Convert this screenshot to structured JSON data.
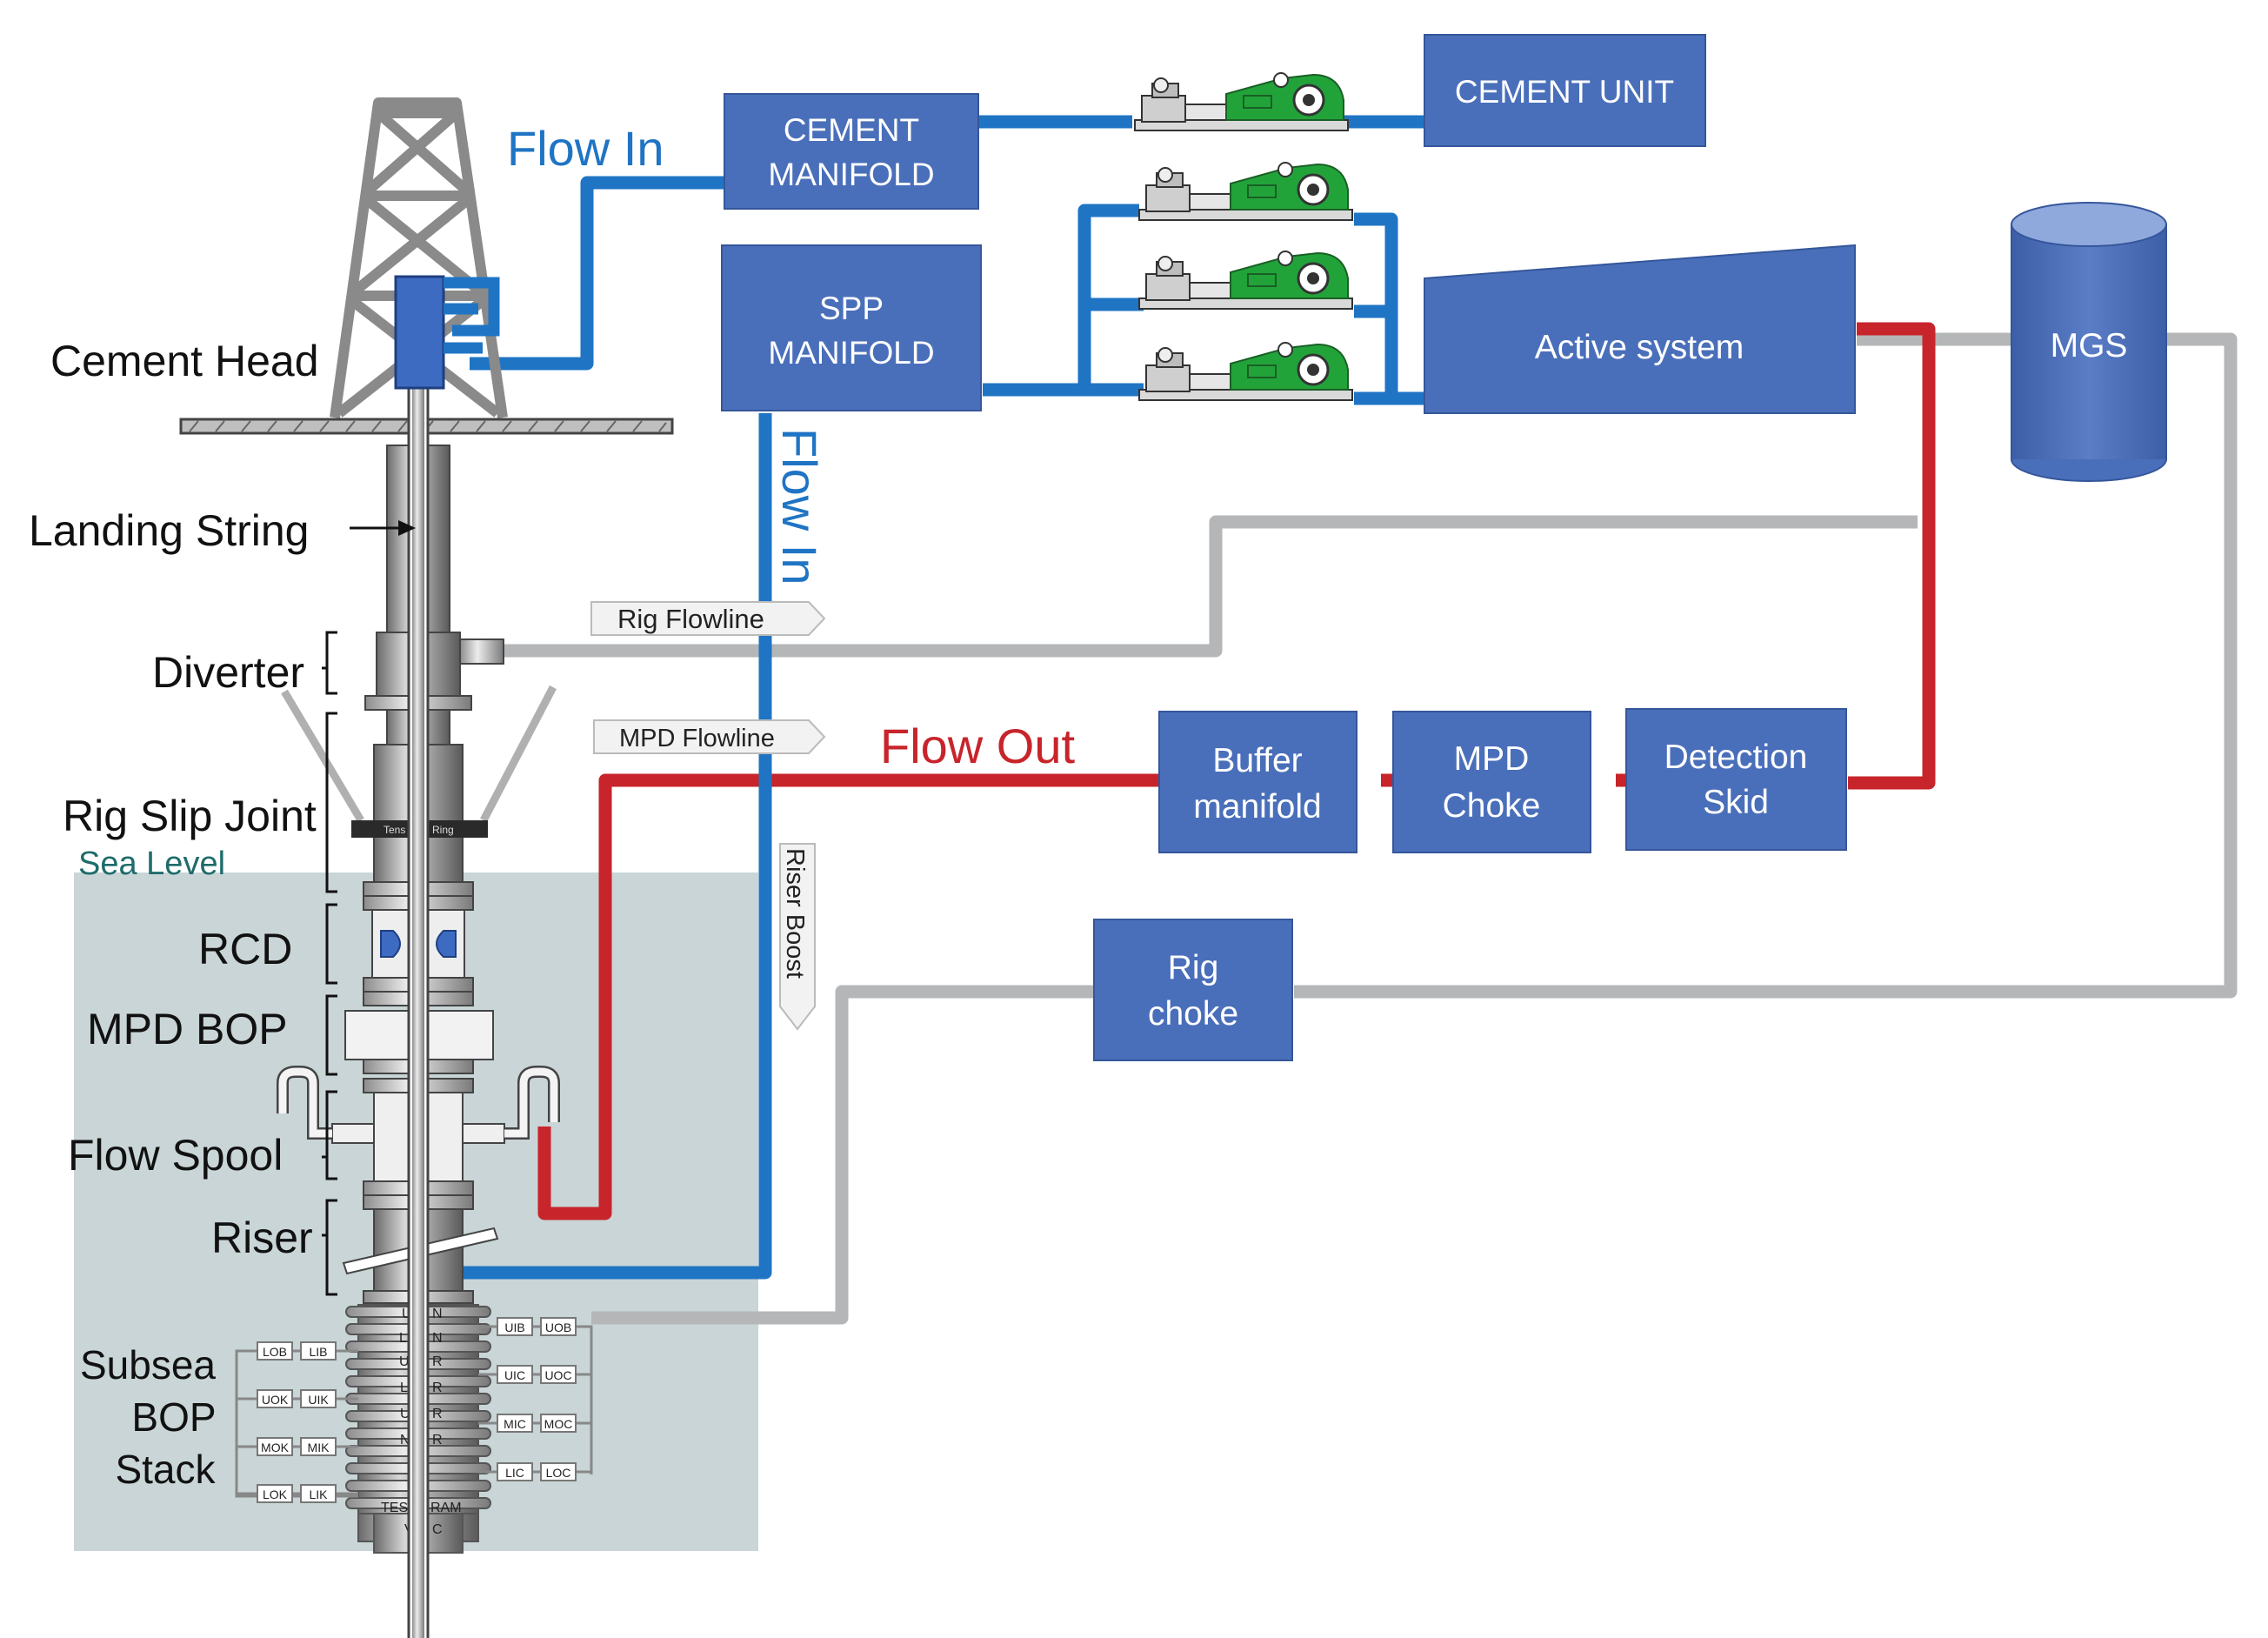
{
  "labels": {
    "cement_head": "Cement Head",
    "landing_string": "Landing String",
    "diverter": "Diverter",
    "rig_slip_joint": "Rig Slip Joint",
    "sea_level": "Sea Level",
    "rcd": "RCD",
    "mpd_bop": "MPD BOP",
    "flow_spool": "Flow Spool",
    "riser": "Riser",
    "subsea_line1": "Subsea",
    "subsea_line2": "BOP",
    "subsea_line3": "Stack",
    "tension_ring_left": "Tens",
    "tension_ring_right": "Ring"
  },
  "flows": {
    "flow_in_top": "Flow In",
    "flow_in_vertical": "Flow In",
    "flow_out": "Flow Out",
    "rig_flowline": "Rig Flowline",
    "mpd_flowline": "MPD Flowline",
    "riser_boost": "Riser Boost"
  },
  "boxes": {
    "cement_manifold_l1": "CEMENT",
    "cement_manifold_l2": "MANIFOLD",
    "cement_unit": "CEMENT UNIT",
    "spp_manifold_l1": "SPP",
    "spp_manifold_l2": "MANIFOLD",
    "active_system": "Active system",
    "mgs": "MGS",
    "buffer_manifold_l1": "Buffer",
    "buffer_manifold_l2": "manifold",
    "mpd_choke_l1": "MPD",
    "mpd_choke_l2": "Choke",
    "detection_skid_l1": "Detection",
    "detection_skid_l2": "Skid",
    "rig_choke_l1": "Rig",
    "rig_choke_l2": "choke"
  },
  "bop_left_tags": [
    [
      "LOB",
      "LIB"
    ],
    [
      "UOK",
      "UIK"
    ],
    [
      "MOK",
      "MIK"
    ],
    [
      "LOK",
      "LIK"
    ]
  ],
  "bop_right_tags": [
    [
      "UIB",
      "UOB"
    ],
    [
      "UIC",
      "UOC"
    ],
    [
      "MIC",
      "MOC"
    ],
    [
      "LIC",
      "LOC"
    ]
  ],
  "bop_center_text": [
    "U",
    "N",
    "L",
    "N",
    "U",
    "R",
    "L",
    "R",
    "U",
    "R",
    "N",
    "R",
    "TEST",
    "RAM",
    "V",
    "C"
  ],
  "colors": {
    "blue_box": "#4a6fba",
    "blue_line": "#1f74c4",
    "red_line": "#c8242b",
    "grey_line": "#b4b6b8",
    "sea": "#c9d5d6",
    "pump_green": "#22a33a",
    "sea_level_text": "#1f6b6b"
  }
}
